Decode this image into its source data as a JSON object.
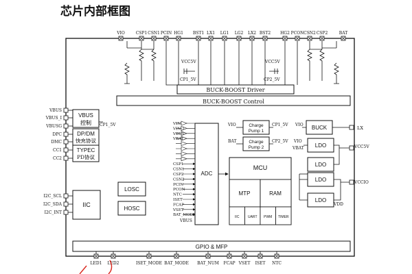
{
  "title": "芯片内部框图",
  "top_pins": [
    "VIO",
    "CSP1",
    "CSN1",
    "PCIN",
    "HG1",
    "BST1",
    "LX1",
    "LG1",
    "LG2",
    "LX2",
    "BST2",
    "HG2",
    "PCON",
    "CSN2",
    "CSP2",
    "BAT"
  ],
  "left_pins": [
    "VBUS",
    "VBUS_I",
    "VBUSG",
    "DPC",
    "DMC",
    "CC1",
    "CC2"
  ],
  "left_pins2": [
    "I2C_SCL",
    "I2C_SDA",
    "I2C_INT"
  ],
  "bottom_pins": [
    "LED1",
    "LED2",
    "ISET_MODE",
    "BAT_MODE",
    "BAT_NUM",
    "FCAP",
    "VSET",
    "ISET",
    "NTC"
  ],
  "right_pins": {
    "lx": "LX",
    "vcc5v": "VCC5V",
    "vccio": "VCCIO",
    "vdd": "VDD"
  },
  "cap_labels": {
    "vcc5v_left": "VCC5V",
    "cp1_left": "CP1_5V",
    "vcc5v_right": "VCC5V",
    "cp2_right": "CP2_5V"
  },
  "buck_boost_driver": "BUCK-BOOST Driver",
  "buck_boost_control": "BUCK-BOOST Control",
  "vbus_block": {
    "line1": "VBUS",
    "line2": "控制"
  },
  "cp1_out": "CP1_5V",
  "dpdm_block": {
    "line1": "DP/DM",
    "line2": "快充协议"
  },
  "typec_block": {
    "line1": "TYPEC",
    "line2": "PD协议"
  },
  "iic_block": "IIC",
  "losc_block": "LOSC",
  "hosc_block": "HOSC",
  "adc_block": "ADC",
  "adc_inputs": [
    "VIN",
    "VIN_I",
    "VBUS",
    "VBAT",
    "",
    "",
    "",
    "",
    "CSP1",
    "CSN1",
    "CSP2",
    "CSN2",
    "PCIN",
    "PCON",
    "NTC",
    "ISET",
    "FCAP",
    "VSET",
    "BAT_MODE"
  ],
  "adc_vbus_label": "VBUS",
  "cp1_block": {
    "line1": "Charge",
    "line2": "Pump 1",
    "in": "VIO",
    "out": "CP1_5V"
  },
  "cp2_block": {
    "line1": "Charge",
    "line2": "Pump 2",
    "in": "BAT",
    "out": "CP2_5V"
  },
  "mcu_block": {
    "title": "MCU",
    "mtp": "MTP",
    "ram": "RAM",
    "subs": [
      "IIC",
      "UART",
      "PWM",
      "TIMER"
    ]
  },
  "buck_block": {
    "label": "BUCK",
    "in": "VIO"
  },
  "ldo_blocks": [
    "LDO",
    "LDO",
    "LDO",
    "LDO"
  ],
  "ldo_inputs": {
    "vio": "VIO",
    "vbat": "VBAT"
  },
  "gpio_block": "GPIO & MFP",
  "colors": {
    "line": "#111111",
    "box_fill": "#ffffff",
    "bar_fill": "#f2f2f2",
    "accent_red": "#d9261c"
  }
}
